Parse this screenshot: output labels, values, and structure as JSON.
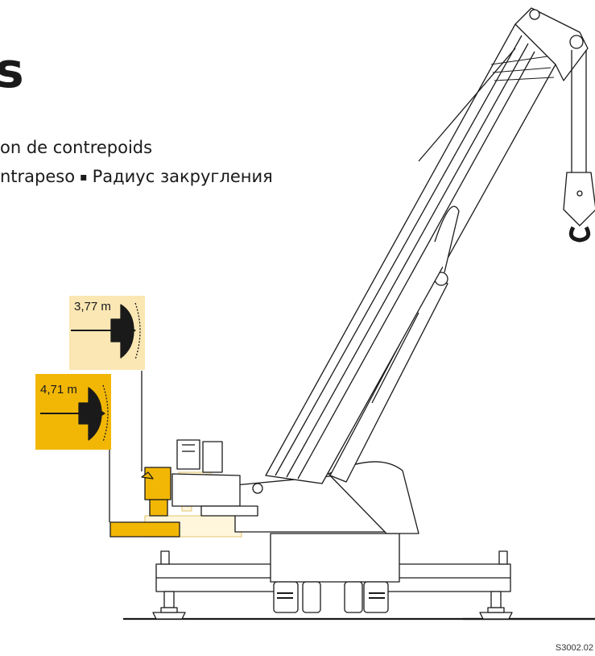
{
  "heading": {
    "title_fragment": "s"
  },
  "subtitle": {
    "line1": "on de contrepoids",
    "line2_part1": "ntrapeso",
    "line2_sep": "▪",
    "line2_part2": "Радиус закругления"
  },
  "radius_badges": [
    {
      "label": "3,77 m",
      "color": "#fbe7b3"
    },
    {
      "label": "4,71 m",
      "color": "#f2b705"
    }
  ],
  "drawing_code": "S3002.02",
  "colors": {
    "accent_yellow": "#f2b705",
    "pale_yellow": "#fbe7b3",
    "line": "#1a1a1a"
  }
}
